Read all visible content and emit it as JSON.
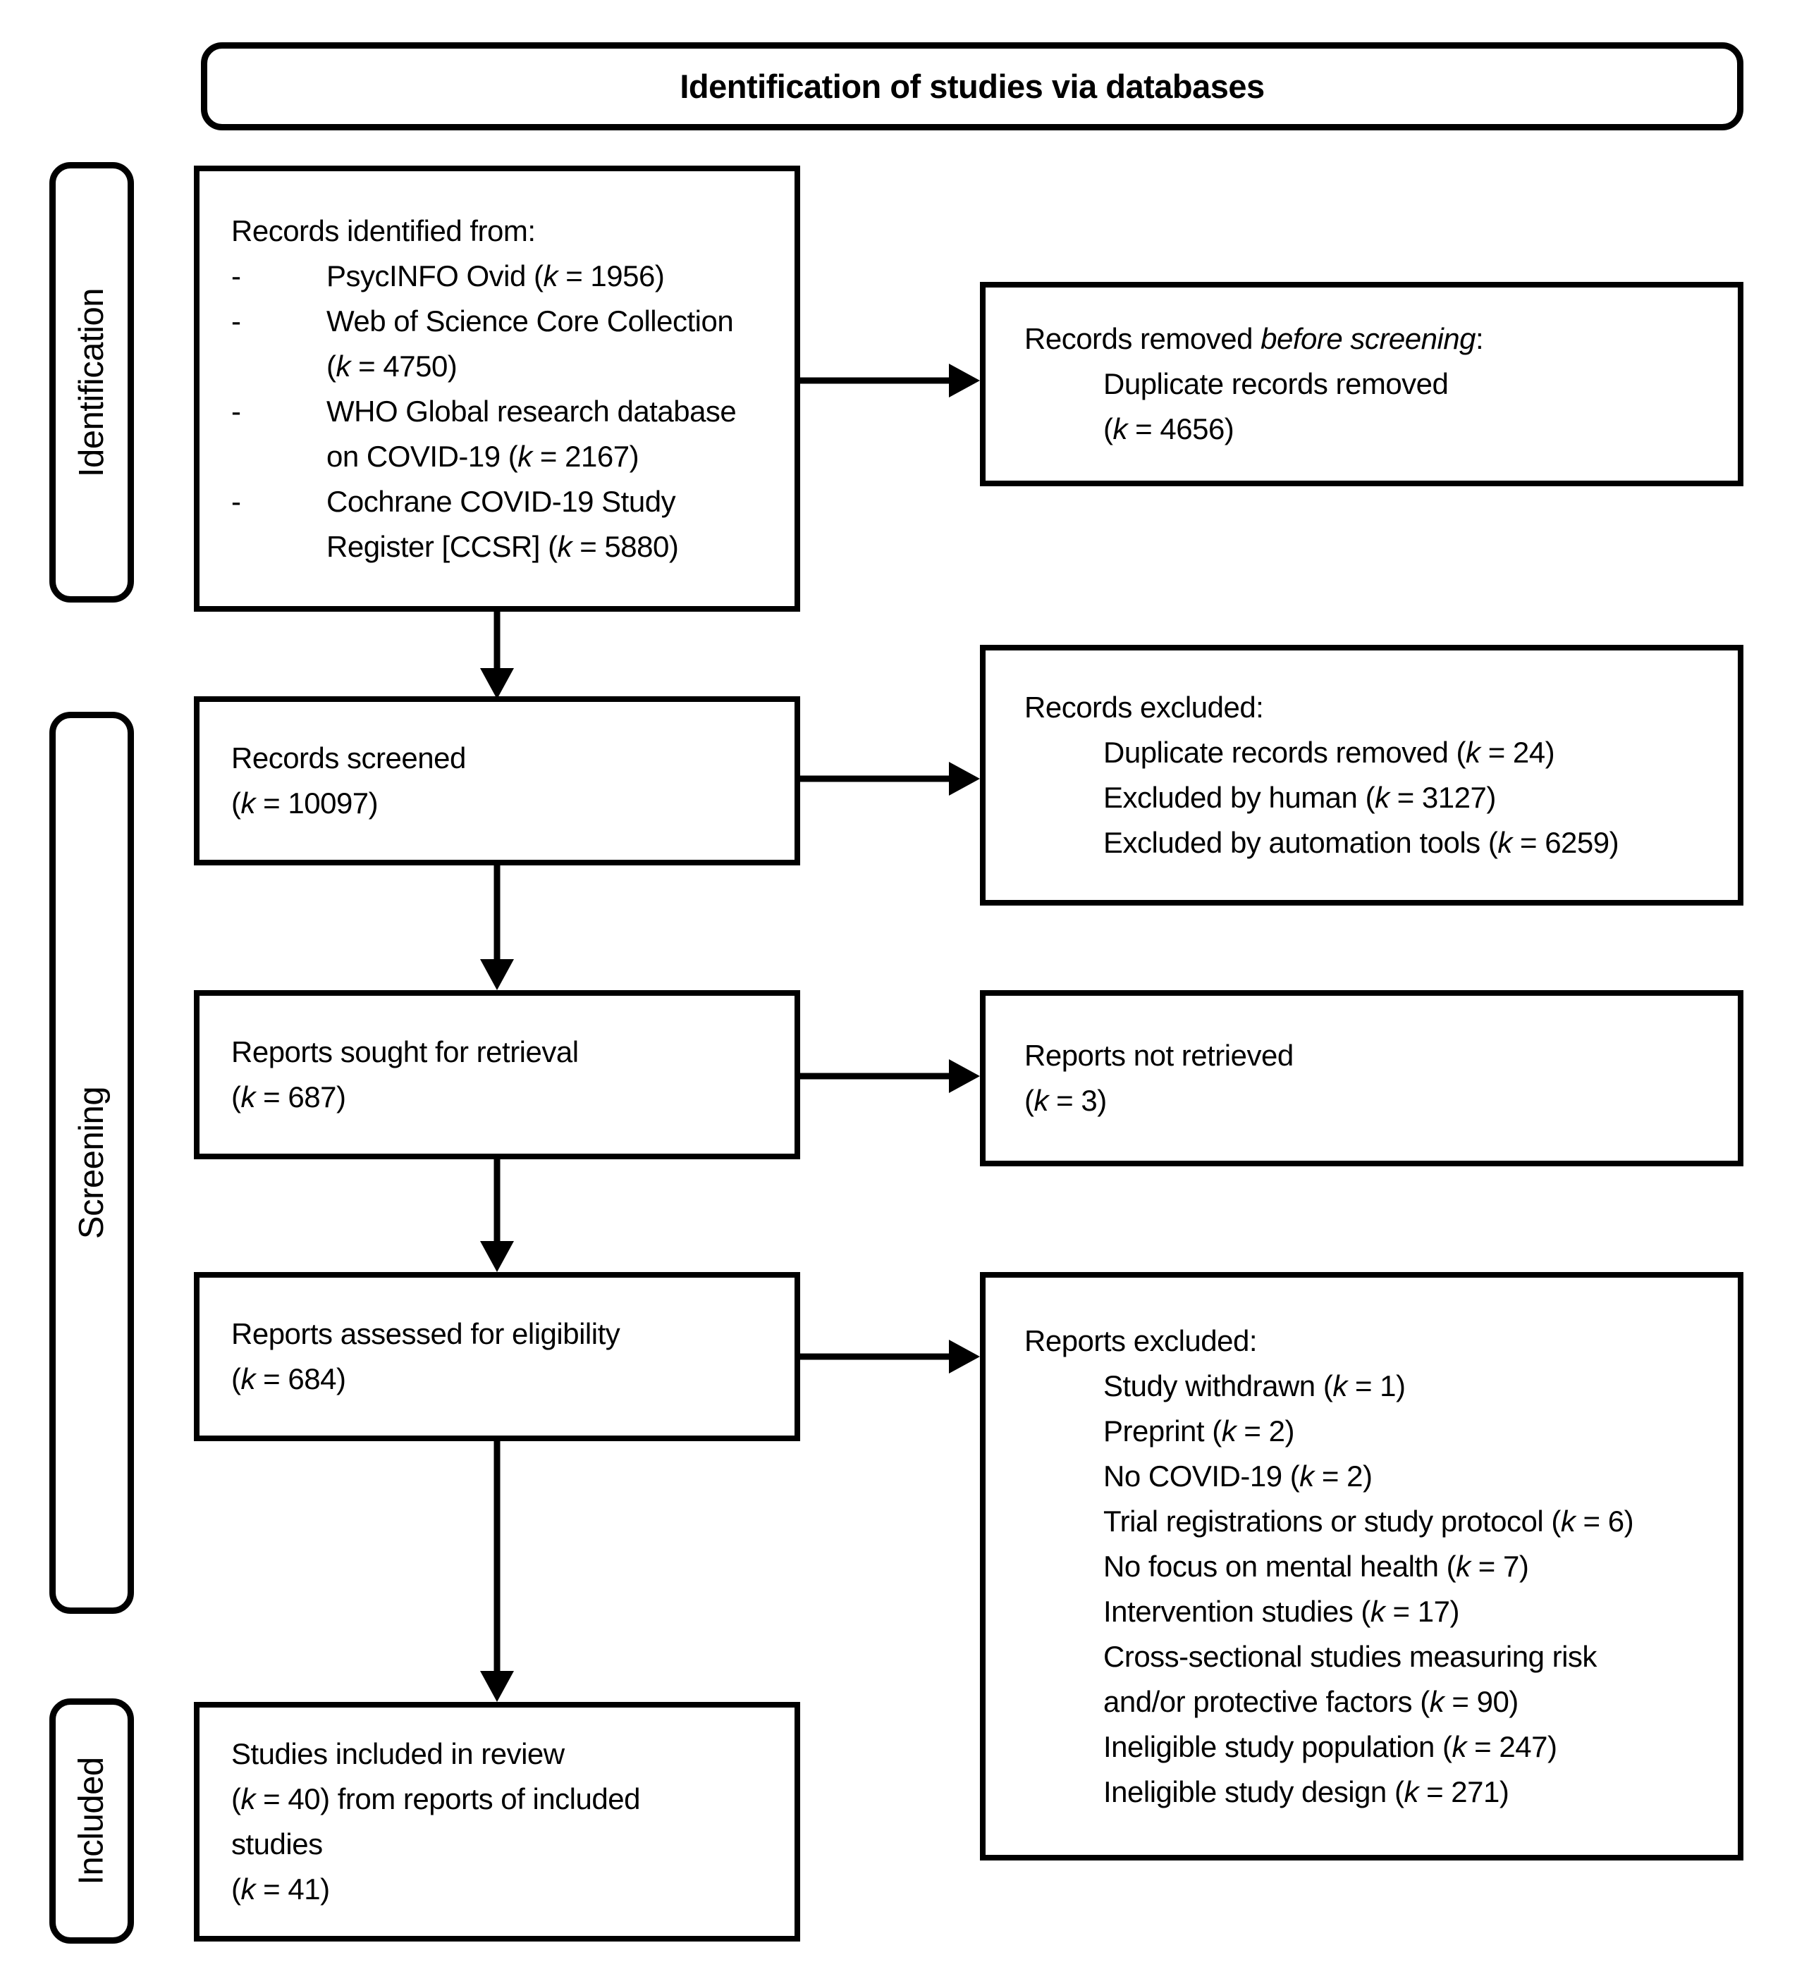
{
  "bullet_char": "-",
  "colors": {
    "line": "#000000",
    "background": "#ffffff"
  },
  "header": {
    "title": "Identification of studies via databases"
  },
  "stages": {
    "identification": "Identification",
    "screening": "Screening",
    "included": "Included"
  },
  "flow": {
    "records_identified": {
      "lines": [
        {
          "style": "plain",
          "seg": [
            {
              "t": "Records identified from:"
            }
          ]
        },
        {
          "style": "bullet",
          "seg": [
            {
              "t": "PsycINFO Ovid ("
            },
            {
              "t": "k",
              "i": true
            },
            {
              "t": " = 1956)"
            }
          ]
        },
        {
          "style": "bullet",
          "seg": [
            {
              "t": "Web of Science Core Collection"
            }
          ]
        },
        {
          "style": "cont",
          "seg": [
            {
              "t": "("
            },
            {
              "t": "k",
              "i": true
            },
            {
              "t": " = 4750)"
            }
          ]
        },
        {
          "style": "bullet",
          "seg": [
            {
              "t": "WHO Global research database"
            }
          ]
        },
        {
          "style": "cont",
          "seg": [
            {
              "t": "on COVID-19 ("
            },
            {
              "t": "k",
              "i": true
            },
            {
              "t": " = 2167)"
            }
          ]
        },
        {
          "style": "bullet",
          "seg": [
            {
              "t": "Cochrane COVID-19 Study"
            }
          ]
        },
        {
          "style": "cont",
          "seg": [
            {
              "t": "Register [CCSR] ("
            },
            {
              "t": "k",
              "i": true
            },
            {
              "t": " = 5880)"
            }
          ]
        }
      ]
    },
    "records_screened": {
      "lines": [
        {
          "style": "plain",
          "seg": [
            {
              "t": "Records screened"
            }
          ]
        },
        {
          "style": "plain",
          "seg": [
            {
              "t": "("
            },
            {
              "t": "k",
              "i": true
            },
            {
              "t": " = 10097)"
            }
          ]
        }
      ]
    },
    "reports_sought": {
      "lines": [
        {
          "style": "plain",
          "seg": [
            {
              "t": "Reports sought for retrieval"
            }
          ]
        },
        {
          "style": "plain",
          "seg": [
            {
              "t": "("
            },
            {
              "t": "k",
              "i": true
            },
            {
              "t": " = 687)"
            }
          ]
        }
      ]
    },
    "reports_assessed": {
      "lines": [
        {
          "style": "plain",
          "seg": [
            {
              "t": "Reports assessed for eligibility"
            }
          ]
        },
        {
          "style": "plain",
          "seg": [
            {
              "t": "("
            },
            {
              "t": "k",
              "i": true
            },
            {
              "t": " = 684)"
            }
          ]
        }
      ]
    },
    "studies_included": {
      "lines": [
        {
          "style": "plain",
          "seg": [
            {
              "t": "Studies included in review"
            }
          ]
        },
        {
          "style": "plain",
          "seg": [
            {
              "t": "("
            },
            {
              "t": "k",
              "i": true
            },
            {
              "t": " = 40) from reports of included"
            }
          ]
        },
        {
          "style": "plain",
          "seg": [
            {
              "t": "studies"
            }
          ]
        },
        {
          "style": "plain",
          "seg": [
            {
              "t": "("
            },
            {
              "t": "k",
              "i": true
            },
            {
              "t": " = 41)"
            }
          ]
        }
      ]
    }
  },
  "exclusions": {
    "records_removed_before_screening": {
      "lines": [
        {
          "style": "plain",
          "seg": [
            {
              "t": "Records removed "
            },
            {
              "t": "before screening",
              "i": true
            },
            {
              "t": ":"
            }
          ]
        },
        {
          "style": "indent",
          "seg": [
            {
              "t": "Duplicate records removed"
            }
          ]
        },
        {
          "style": "indent",
          "seg": [
            {
              "t": "("
            },
            {
              "t": "k",
              "i": true
            },
            {
              "t": " = 4656)"
            }
          ]
        }
      ]
    },
    "records_excluded": {
      "lines": [
        {
          "style": "plain",
          "seg": [
            {
              "t": "Records excluded:"
            }
          ]
        },
        {
          "style": "indent",
          "seg": [
            {
              "t": "Duplicate records removed ("
            },
            {
              "t": "k",
              "i": true
            },
            {
              "t": " = 24)"
            }
          ]
        },
        {
          "style": "indent",
          "seg": [
            {
              "t": "Excluded by human ("
            },
            {
              "t": "k",
              "i": true
            },
            {
              "t": " = 3127)"
            }
          ]
        },
        {
          "style": "indent",
          "seg": [
            {
              "t": "Excluded by automation tools ("
            },
            {
              "t": "k",
              "i": true
            },
            {
              "t": " = 6259)"
            }
          ]
        }
      ]
    },
    "reports_not_retrieved": {
      "lines": [
        {
          "style": "plain",
          "seg": [
            {
              "t": "Reports not retrieved"
            }
          ]
        },
        {
          "style": "plain",
          "seg": [
            {
              "t": "("
            },
            {
              "t": "k",
              "i": true
            },
            {
              "t": " = 3)"
            }
          ]
        }
      ]
    },
    "reports_excluded": {
      "lines": [
        {
          "style": "plain",
          "seg": [
            {
              "t": "Reports excluded:"
            }
          ]
        },
        {
          "style": "indent",
          "seg": [
            {
              "t": "Study withdrawn ("
            },
            {
              "t": "k",
              "i": true
            },
            {
              "t": " = 1)"
            }
          ]
        },
        {
          "style": "indent",
          "seg": [
            {
              "t": "Preprint ("
            },
            {
              "t": "k",
              "i": true
            },
            {
              "t": " = 2)"
            }
          ]
        },
        {
          "style": "indent",
          "seg": [
            {
              "t": "No COVID-19 ("
            },
            {
              "t": "k",
              "i": true
            },
            {
              "t": " = 2)"
            }
          ]
        },
        {
          "style": "indent",
          "seg": [
            {
              "t": "Trial registrations or study protocol ("
            },
            {
              "t": "k",
              "i": true
            },
            {
              "t": " = 6)"
            }
          ]
        },
        {
          "style": "indent",
          "seg": [
            {
              "t": "No focus on mental health ("
            },
            {
              "t": "k",
              "i": true
            },
            {
              "t": " = 7)"
            }
          ]
        },
        {
          "style": "indent",
          "seg": [
            {
              "t": "Intervention studies ("
            },
            {
              "t": "k",
              "i": true
            },
            {
              "t": " = 17)"
            }
          ]
        },
        {
          "style": "indent",
          "seg": [
            {
              "t": "Cross-sectional studies measuring risk"
            }
          ]
        },
        {
          "style": "indent",
          "seg": [
            {
              "t": "and/or protective factors ("
            },
            {
              "t": "k",
              "i": true
            },
            {
              "t": " = 90)"
            }
          ]
        },
        {
          "style": "indent",
          "seg": [
            {
              "t": "Ineligible study population ("
            },
            {
              "t": "k",
              "i": true
            },
            {
              "t": " = 247)"
            }
          ]
        },
        {
          "style": "indent",
          "seg": [
            {
              "t": "Ineligible study design ("
            },
            {
              "t": "k",
              "i": true
            },
            {
              "t": " = 271)"
            }
          ]
        }
      ]
    }
  }
}
